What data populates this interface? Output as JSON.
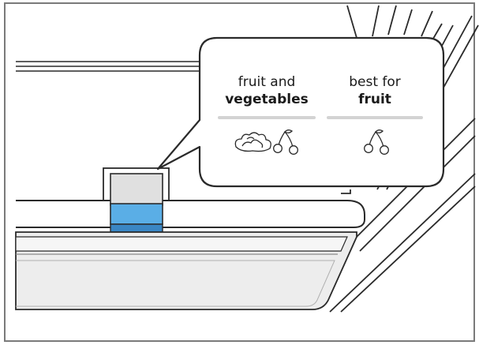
{
  "callout": {
    "left_option": {
      "line1": "fruit and",
      "line2": "vegetables",
      "icons": [
        "vegetables-icon",
        "cherries-icon"
      ]
    },
    "right_option": {
      "line1": "best for",
      "line2": "fruit",
      "icons": [
        "cherries-icon"
      ]
    }
  },
  "colors": {
    "outline": "#2a2a2a",
    "slider_blue": "#5aaee6",
    "slider_blue_dark": "#3a86c4",
    "panel_gray": "#e0e0e0",
    "divider_gray": "#d3d3d3"
  },
  "slider": {
    "selected_option": "left"
  }
}
